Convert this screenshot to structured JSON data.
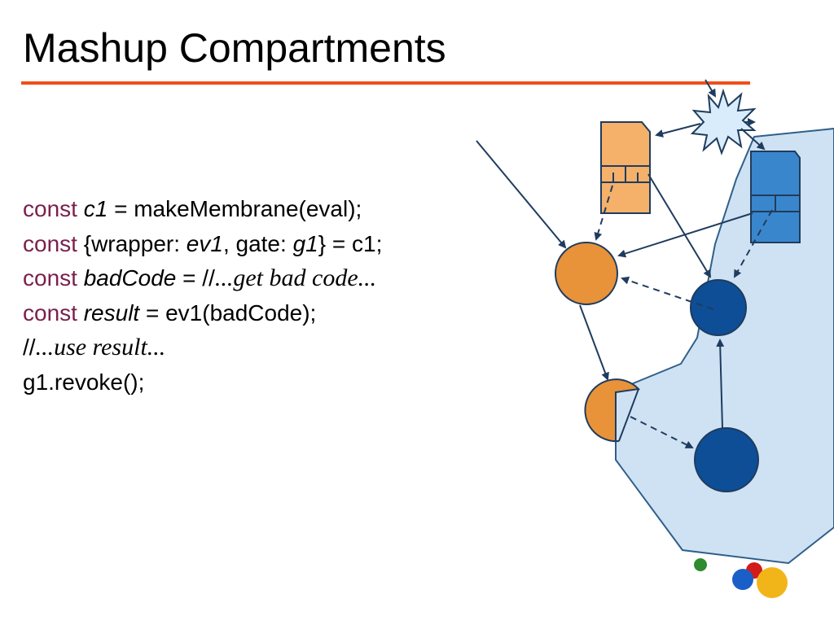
{
  "slide": {
    "title": "Mashup Compartments"
  },
  "code": {
    "line1": {
      "kw": "const",
      "var": "c1",
      "rest": " = makeMembrane(eval);"
    },
    "line2": {
      "kw": "const",
      "pre": " {wrapper: ",
      "var1": "ev1",
      "mid": ", gate: ",
      "var2": "g1",
      "rest": "} = c1;"
    },
    "line3": {
      "kw": "const",
      "var": "badCode",
      "eq": " = ",
      "slashes": "//",
      "comment": "...get bad code..."
    },
    "line4": {
      "kw": "const",
      "var": "result",
      "rest": " = ev1(badCode);"
    },
    "line5": {
      "slashes": "//",
      "comment": "...use result..."
    },
    "line6": {
      "text": "g1.revoke();"
    }
  },
  "colors": {
    "title_rule": "#f04e1b",
    "keyword": "#7a1f4e",
    "orange_fill": "#e8923a",
    "orange_light": "#f5b06a",
    "blue_dark": "#0d4e96",
    "blue_mid": "#3a86cc",
    "compartment_fill": "#cfe2f3",
    "compartment_stroke": "#2f5f8a"
  },
  "icons": [
    "orange-membrane-icon",
    "blue-membrane-icon",
    "revoke-starburst-icon",
    "google-balls-logo"
  ]
}
